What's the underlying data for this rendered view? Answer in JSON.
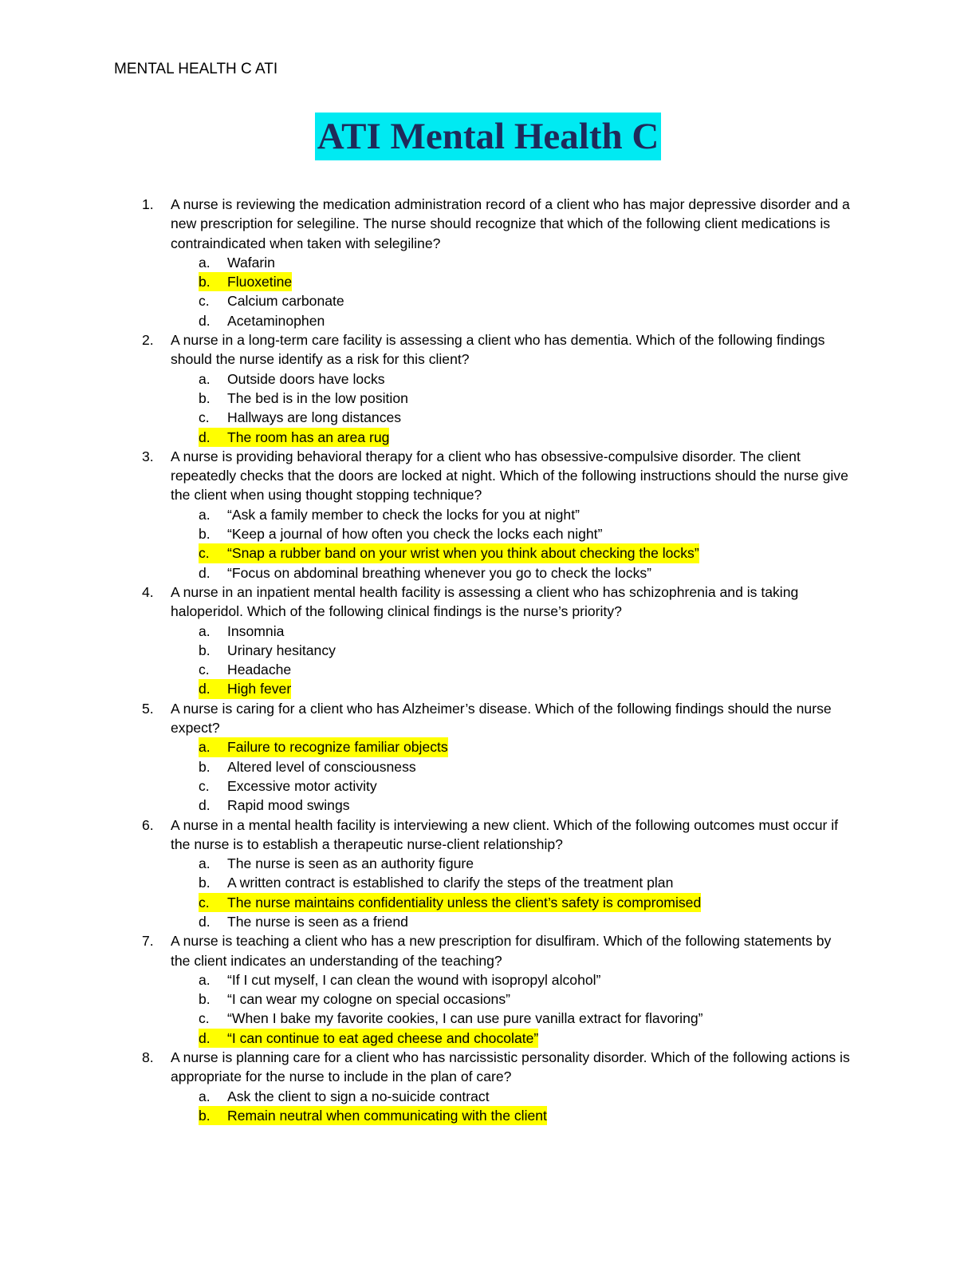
{
  "header": "MENTAL HEALTH C ATI",
  "title": "ATI Mental Health C",
  "highlight_color": "#ffff00",
  "title_bg_color": "#00eaf2",
  "questions": [
    {
      "number": "1.",
      "text": "A nurse is reviewing the medication administration record of a client who has major depressive disorder and a new prescription for selegiline. The nurse should recognize that which of the following client medications is contraindicated when taken with selegiline?",
      "options": [
        {
          "letter": "a.",
          "text": "Wafarin",
          "highlighted": false
        },
        {
          "letter": "b.",
          "text": "Fluoxetine",
          "highlighted": true
        },
        {
          "letter": "c.",
          "text": "Calcium carbonate",
          "highlighted": false
        },
        {
          "letter": "d.",
          "text": "Acetaminophen",
          "highlighted": false
        }
      ]
    },
    {
      "number": "2.",
      "text": "A nurse in a long-term care facility is assessing a client who has dementia. Which of the following findings should the nurse identify as a risk for this client?",
      "options": [
        {
          "letter": "a.",
          "text": "Outside doors have locks",
          "highlighted": false
        },
        {
          "letter": "b.",
          "text": "The bed is in the low position",
          "highlighted": false
        },
        {
          "letter": "c.",
          "text": "Hallways are long distances",
          "highlighted": false
        },
        {
          "letter": "d.",
          "text": "The room has an area rug",
          "highlighted": true
        }
      ]
    },
    {
      "number": "3.",
      "text": "A nurse is providing behavioral therapy for a client who has obsessive-compulsive disorder. The client repeatedly checks that the doors are locked at night. Which of the following instructions should the nurse give the client when using thought stopping technique?",
      "options": [
        {
          "letter": "a.",
          "text": "“Ask a family member to check the locks for you at night”",
          "highlighted": false
        },
        {
          "letter": "b.",
          "text": "“Keep a journal of how often you check the locks each night”",
          "highlighted": false
        },
        {
          "letter": "c.",
          "text": "“Snap a rubber band on your wrist when you think about checking the locks”",
          "highlighted": true
        },
        {
          "letter": "d.",
          "text": "“Focus on abdominal breathing whenever you go to check the locks”",
          "highlighted": false
        }
      ]
    },
    {
      "number": "4.",
      "text": "A nurse in an inpatient mental health facility is assessing a client who has schizophrenia and is taking haloperidol. Which of the following clinical findings is the nurse’s priority?",
      "options": [
        {
          "letter": "a.",
          "text": "Insomnia",
          "highlighted": false
        },
        {
          "letter": "b.",
          "text": "Urinary hesitancy",
          "highlighted": false
        },
        {
          "letter": "c.",
          "text": "Headache",
          "highlighted": false
        },
        {
          "letter": "d.",
          "text": "High fever",
          "highlighted": true
        }
      ]
    },
    {
      "number": "5.",
      "text": "A nurse is caring for a client who has Alzheimer’s disease. Which of the following findings should the nurse expect?",
      "options": [
        {
          "letter": "a.",
          "text": "Failure to recognize familiar objects",
          "highlighted": true
        },
        {
          "letter": "b.",
          "text": "Altered level of consciousness",
          "highlighted": false
        },
        {
          "letter": "c.",
          "text": "Excessive motor activity",
          "highlighted": false
        },
        {
          "letter": "d.",
          "text": "Rapid mood swings",
          "highlighted": false
        }
      ]
    },
    {
      "number": "6.",
      "text": "A nurse in a mental health facility is interviewing a new client. Which of the following outcomes must occur if the nurse is to establish a therapeutic nurse-client relationship?",
      "options": [
        {
          "letter": "a.",
          "text": "The nurse is seen as an authority figure",
          "highlighted": false
        },
        {
          "letter": "b.",
          "text": "A written contract is established to clarify the steps of the treatment plan",
          "highlighted": false
        },
        {
          "letter": "c.",
          "text": "The nurse maintains confidentiality unless the client’s safety is compromised",
          "highlighted": true
        },
        {
          "letter": "d.",
          "text": "The nurse is seen as a friend",
          "highlighted": false
        }
      ]
    },
    {
      "number": "7.",
      "text": "A nurse is teaching a client who has a new prescription for disulfiram. Which of the following statements by the client indicates an understanding of the teaching?",
      "options": [
        {
          "letter": "a.",
          "text": "“If I cut myself, I can clean the wound with isopropyl alcohol”",
          "highlighted": false
        },
        {
          "letter": "b.",
          "text": "“I can wear my cologne on special occasions”",
          "highlighted": false
        },
        {
          "letter": "c.",
          "text": "“When I bake my favorite cookies, I can use pure vanilla extract for flavoring”",
          "highlighted": false
        },
        {
          "letter": "d.",
          "text": "“I can continue to eat aged cheese and chocolate”",
          "highlighted": true
        }
      ]
    },
    {
      "number": "8.",
      "text": "A nurse is planning care for a client who has narcissistic personality disorder. Which of the following actions is appropriate for the nurse to include in the plan of care?",
      "options": [
        {
          "letter": "a.",
          "text": "Ask the client to sign a no-suicide contract",
          "highlighted": false
        },
        {
          "letter": "b.",
          "text": "Remain neutral when communicating with the client",
          "highlighted": true
        }
      ]
    }
  ]
}
